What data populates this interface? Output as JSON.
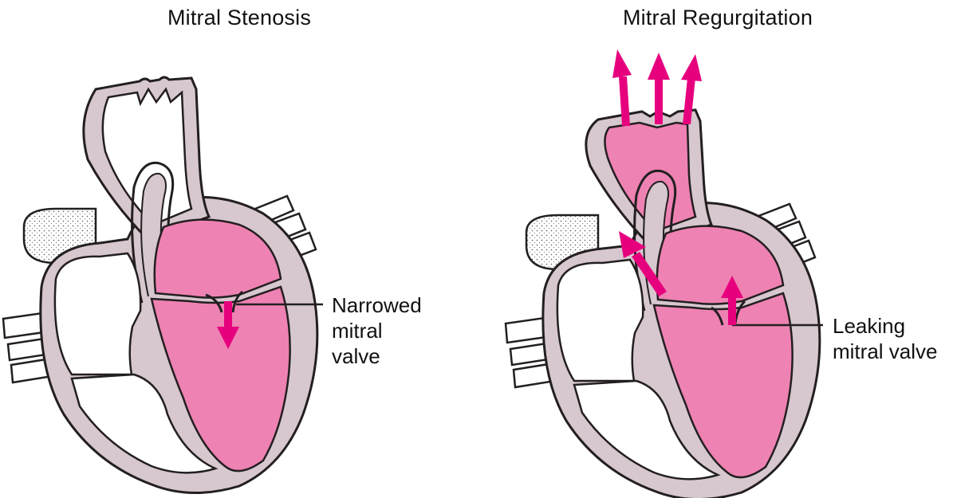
{
  "colors": {
    "wall": "#d7c7cf",
    "outline": "#231f20",
    "chamber_blood": "#ee82b3",
    "arrow": "#e6007e",
    "vessel_fill": "#ffffff"
  },
  "panels": [
    {
      "title": "Mitral Stenosis",
      "callout_lines": [
        "Narrowed",
        "mitral",
        "valve"
      ],
      "arrow_icons": [
        "down-arrow-icon"
      ]
    },
    {
      "title": "Mitral Regurgitation",
      "callout_lines": [
        "Leaking",
        "mitral valve"
      ],
      "arrow_icons": [
        "up-arrow-icon",
        "up-arrow-icon",
        "up-arrow-icon",
        "diagonal-arrow-icon",
        "up-arrow-icon"
      ]
    }
  ]
}
